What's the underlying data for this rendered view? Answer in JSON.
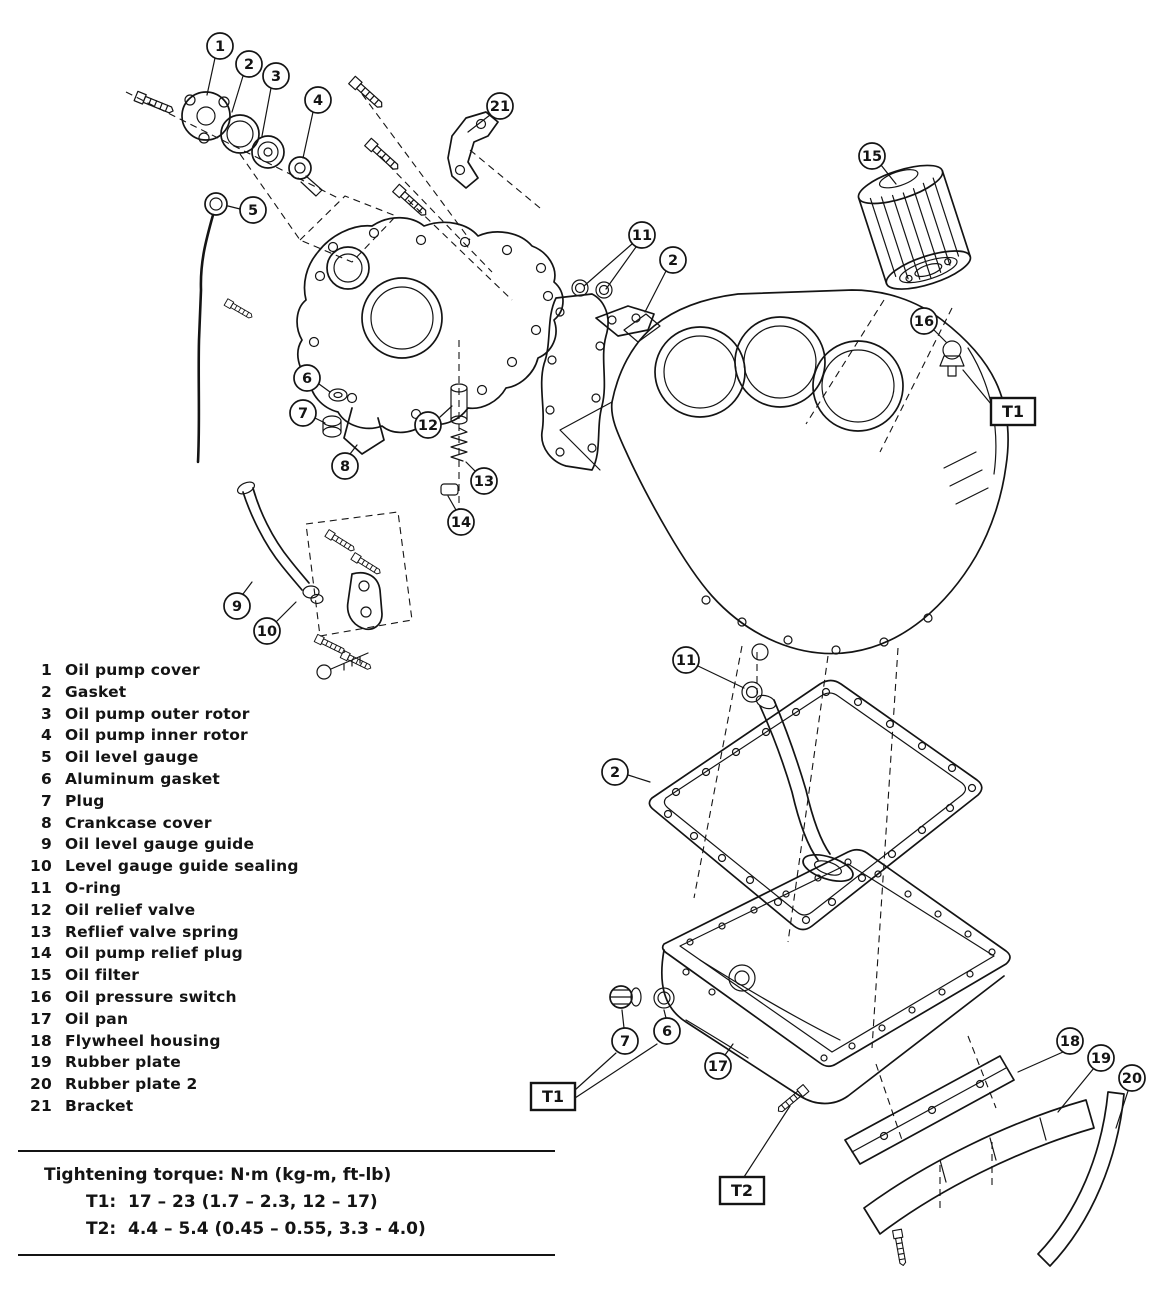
{
  "page": {
    "background": "#ffffff",
    "ink": "#141414"
  },
  "parts_list": {
    "items": [
      {
        "num": "1",
        "label": "Oil pump cover"
      },
      {
        "num": "2",
        "label": "Gasket"
      },
      {
        "num": "3",
        "label": "Oil pump outer rotor"
      },
      {
        "num": "4",
        "label": "Oil pump inner rotor"
      },
      {
        "num": "5",
        "label": "Oil level gauge"
      },
      {
        "num": "6",
        "label": "Aluminum gasket"
      },
      {
        "num": "7",
        "label": "Plug"
      },
      {
        "num": "8",
        "label": "Crankcase cover"
      },
      {
        "num": "9",
        "label": "Oil level gauge guide"
      },
      {
        "num": "10",
        "label": "Level gauge guide sealing"
      },
      {
        "num": "11",
        "label": "O-ring"
      },
      {
        "num": "12",
        "label": "Oil relief valve"
      },
      {
        "num": "13",
        "label": "Reflief valve spring"
      },
      {
        "num": "14",
        "label": "Oil pump relief plug"
      },
      {
        "num": "15",
        "label": "Oil filter"
      },
      {
        "num": "16",
        "label": "Oil pressure switch"
      },
      {
        "num": "17",
        "label": "Oil pan"
      },
      {
        "num": "18",
        "label": "Flywheel housing"
      },
      {
        "num": "19",
        "label": "Rubber plate"
      },
      {
        "num": "20",
        "label": "Rubber plate 2"
      },
      {
        "num": "21",
        "label": "Bracket"
      }
    ]
  },
  "torque_note": {
    "heading": "Tightening torque:",
    "units": "N·m (kg-m, ft-lb)",
    "rows": [
      {
        "label": "T1:",
        "value": "17 – 23 (1.7 – 2.3, 12 – 17)"
      },
      {
        "label": "T2:",
        "value": "4.4 – 5.4 (0.45 – 0.55, 3.3 - 4.0)"
      }
    ]
  },
  "torque_tags": {
    "t1": "T1",
    "t2": "T2"
  },
  "callouts": [
    "1",
    "2",
    "3",
    "4",
    "5",
    "21",
    "11",
    "2",
    "15",
    "16",
    "6",
    "7",
    "8",
    "12",
    "13",
    "14",
    "9",
    "10",
    "11",
    "2",
    "7",
    "6",
    "17",
    "18",
    "19",
    "20"
  ]
}
